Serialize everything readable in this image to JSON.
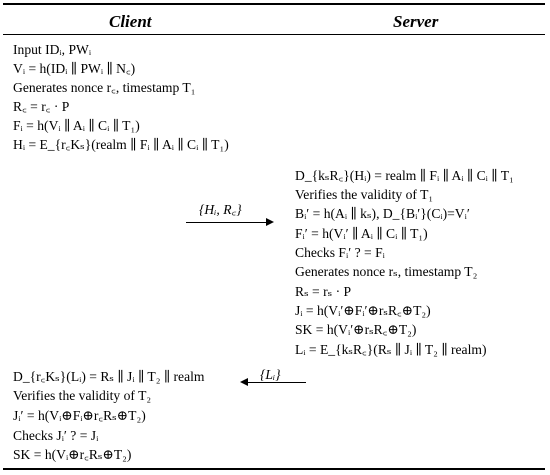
{
  "headers": {
    "client": "Client",
    "server": "Server"
  },
  "client_phase1": [
    "Input IDᵢ, PWᵢ",
    "Vᵢ = h(IDᵢ ∥ PWᵢ ∥ N꜀)",
    "Generates nonce r꜀, timestamp T₁",
    "R꜀ = r꜀ · P",
    "Fᵢ = h(Vᵢ ∥ Aᵢ ∥ Cᵢ ∥ T₁)",
    "Hᵢ = E_{r꜀Kₛ}(realm ∥ Fᵢ ∥ Aᵢ ∥ Cᵢ ∥ T₁)"
  ],
  "server_phase": [
    "D_{kₛR꜀}(Hᵢ) = realm ∥ Fᵢ ∥ Aᵢ ∥ Cᵢ ∥ T₁",
    "Verifies the validity of T₁",
    "Bᵢ′ = h(Aᵢ ∥ kₛ),  D_{Bᵢ′}(Cᵢ)=Vᵢ′",
    "Fᵢ′ = h(Vᵢ′ ∥ Aᵢ ∥ Cᵢ ∥ T₁)",
    "Checks  Fᵢ′ ? = Fᵢ",
    "Generates nonce rₛ, timestamp T₂",
    "Rₛ = rₛ · P",
    "Jᵢ = h(Vᵢ′⊕Fᵢ′⊕rₛR꜀⊕T₂)",
    "SK = h(Vᵢ′⊕rₛR꜀⊕T₂)",
    "Lᵢ = E_{kₛR꜀}(Rₛ ∥ Jᵢ ∥ T₂ ∥ realm)"
  ],
  "client_phase2": [
    "D_{r꜀Kₛ}(Lᵢ) = Rₛ ∥ Jᵢ ∥ T₂ ∥ realm",
    "Verifies the validity of T₂",
    "Jᵢ′ = h(Vᵢ⊕Fᵢ⊕r꜀Rₛ⊕T₂)",
    "Checks Jᵢ′ ? = Jᵢ",
    "SK = h(Vᵢ⊕r꜀Rₛ⊕T₂)"
  ],
  "messages": {
    "to_server": "{Hᵢ, R꜀}",
    "to_client": "{Lᵢ}"
  }
}
